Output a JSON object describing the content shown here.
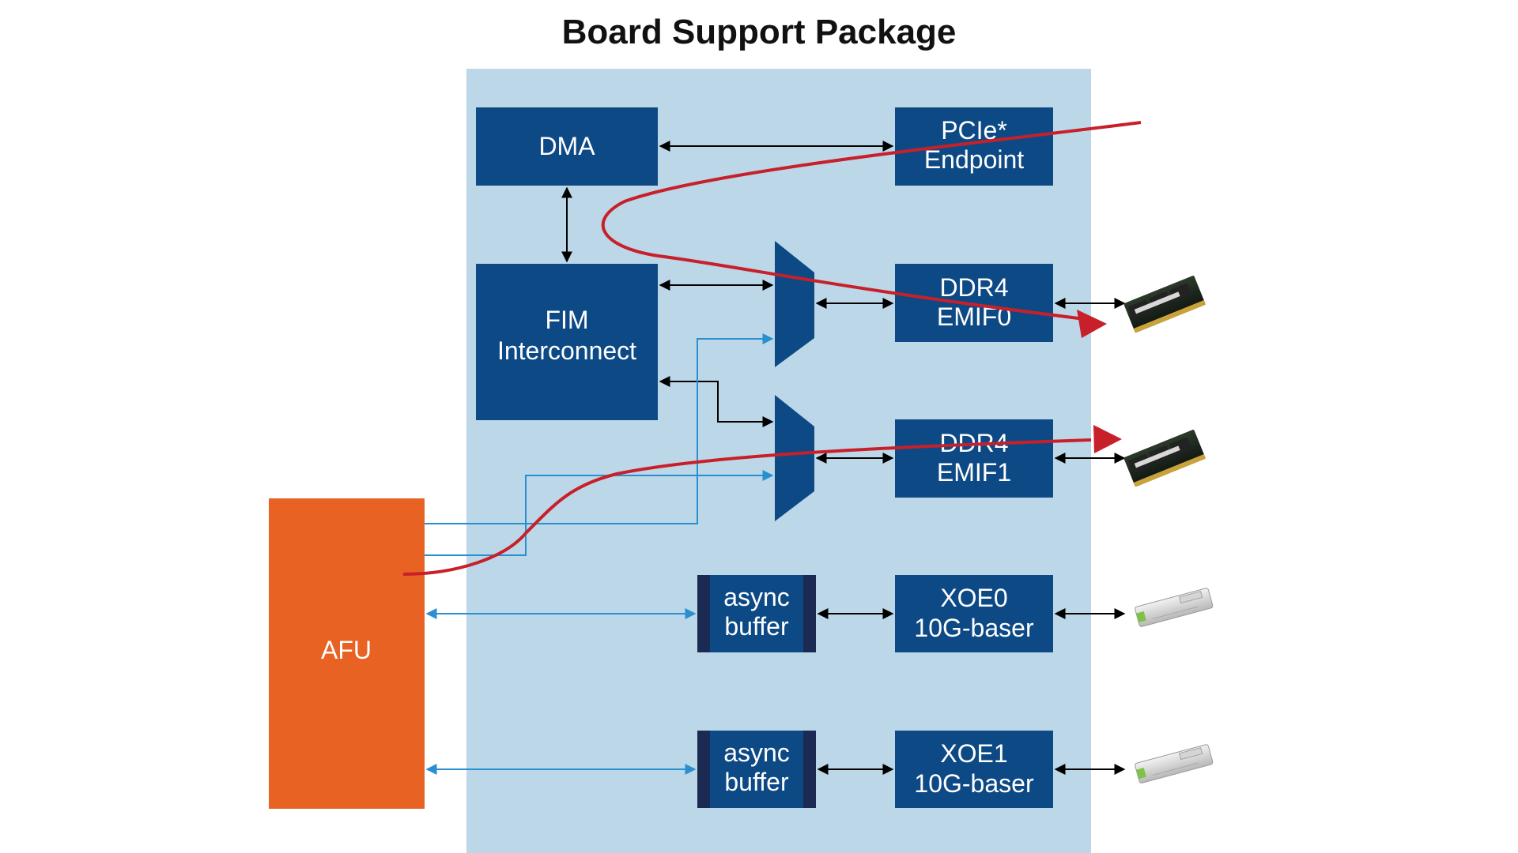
{
  "title": "Board Support Package",
  "blocks": {
    "dma": "DMA",
    "pcie_line1": "PCIe*",
    "pcie_line2": "Endpoint",
    "fim_line1": "FIM",
    "fim_line2": "Interconnect",
    "ddr4_0_line1": "DDR4",
    "ddr4_0_line2": "EMIF0",
    "ddr4_1_line1": "DDR4",
    "ddr4_1_line2": "EMIF1",
    "async0_line1": "async",
    "async0_line2": "buffer",
    "async1_line1": "async",
    "async1_line2": "buffer",
    "xoe0_line1": "XOE0",
    "xoe0_line2": "10G-baser",
    "xoe1_line1": "XOE1",
    "xoe1_line2": "10G-baser",
    "afu": "AFU"
  },
  "colors": {
    "bsp_background": "#bcd7e8",
    "block": "#0d4a85",
    "afu": "#e86224",
    "data_path": "#c8202a",
    "afu_link": "#2a8fd0",
    "internal_link": "#000000"
  },
  "icons": [
    "memory-module-icon",
    "memory-module-icon",
    "sfp-transceiver-icon",
    "sfp-transceiver-icon"
  ]
}
